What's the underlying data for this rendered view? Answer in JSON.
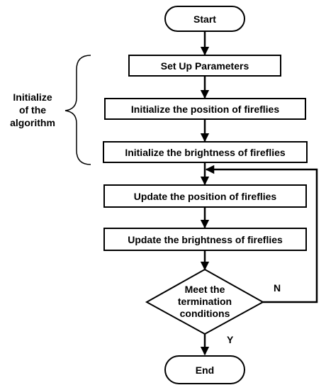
{
  "nodes": {
    "start": "Start",
    "setup": "Set Up Parameters",
    "init_position": "Initialize the position of fireflies",
    "init_brightness": "Initialize the brightness of fireflies",
    "update_position": "Update the position of fireflies",
    "update_brightness": "Update the brightness of fireflies",
    "decision_lines": [
      "Meet the",
      "termination",
      "conditions"
    ],
    "end": "End"
  },
  "group_label_lines": [
    "Initialize",
    "of the",
    "algorithm"
  ],
  "branches": {
    "no": "N",
    "yes": "Y"
  }
}
